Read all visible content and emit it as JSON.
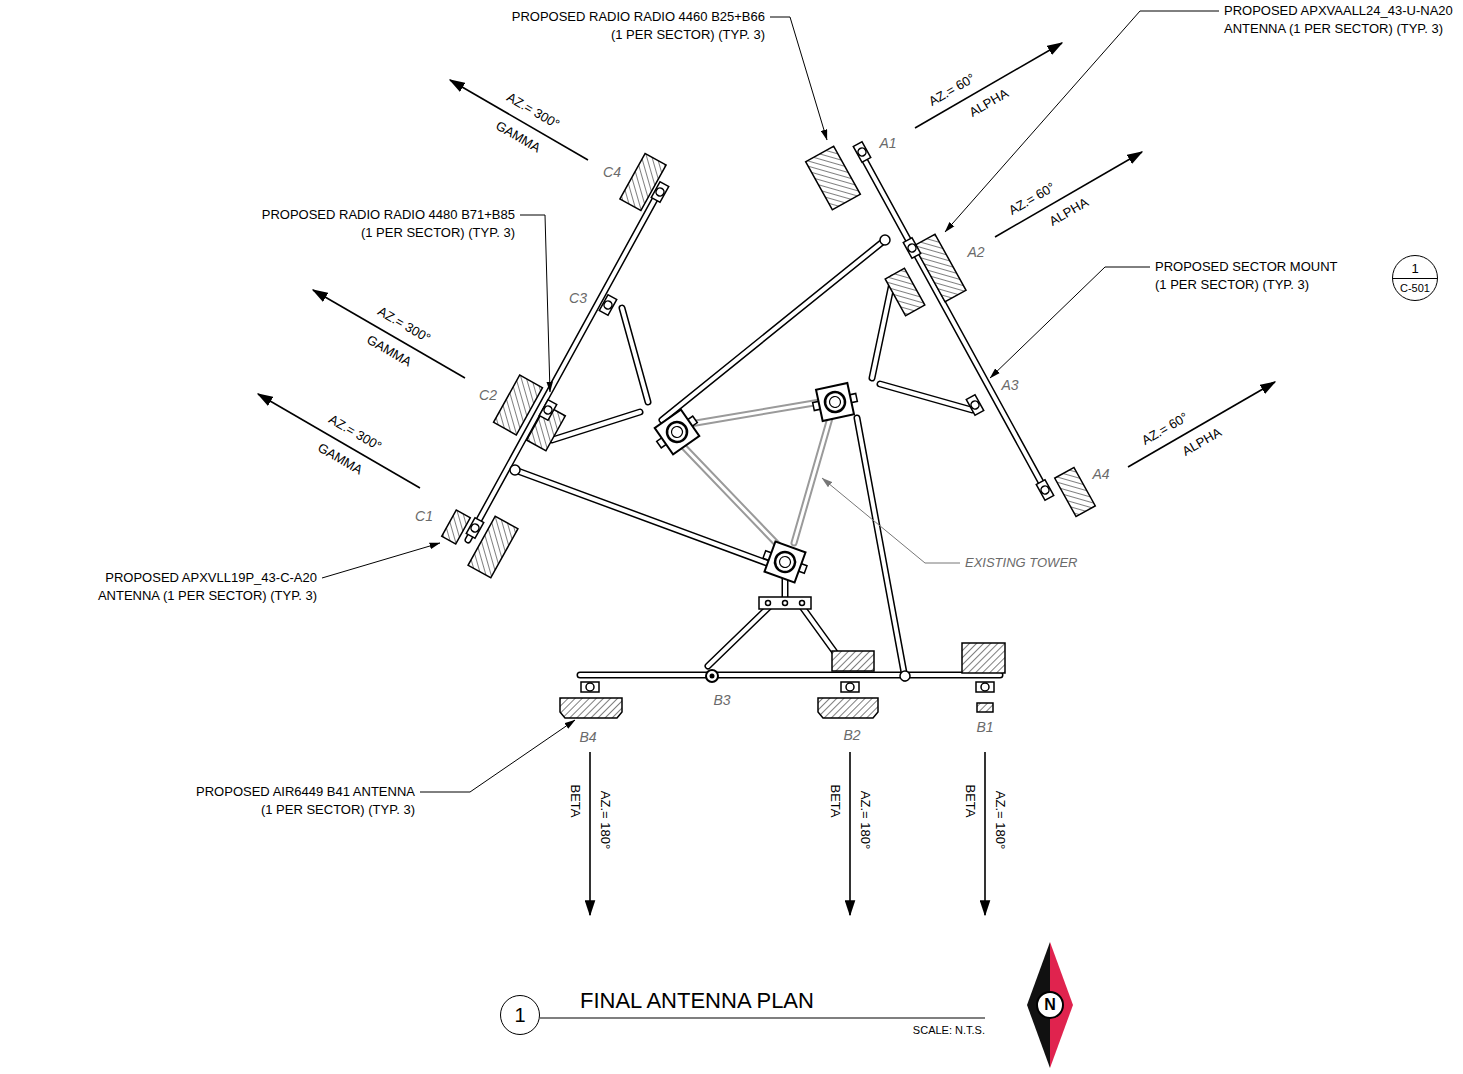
{
  "diagram": {
    "title": "FINAL ANTENNA PLAN",
    "nodes": [
      {
        "text": [
          "1",
          "C-501"
        ]
      },
      {
        "text": [
          "1"
        ]
      },
      {
        "text": [
          "N"
        ]
      }
    ],
    "labels": [
      "PROPOSED RADIO RADIO 4460 B25+B66 (1 PER SECTOR) (TYP. 3)",
      "PROPOSED APXVAALL24_43-U-NA20 ANTENNA (1 PER SECTOR) (TYP. 3)",
      "PROPOSED SECTOR MOUNT (1 PER SECTOR) (TYP. 3)",
      "PROPOSED RADIO RADIO 4480 B71+B85 (1 PER SECTOR) (TYP. 3)",
      "PROPOSED APXVLL19P_43-C-A20 ANTENNA (1 PER SECTOR) (TYP. 3)",
      "PROPOSED AIR6449 B41 ANTENNA (1 PER SECTOR) (TYP. 3)",
      "EXISTING TOWER",
      "AZ.= 60°",
      "ALPHA",
      "AZ.= 60°",
      "ALPHA",
      "AZ.= 60°",
      "ALPHA",
      "AZ.= 300°",
      "GAMMA",
      "AZ.= 300°",
      "GAMMA",
      "AZ.= 300°",
      "GAMMA",
      "AZ.= 180°",
      "BETA",
      "AZ.= 180°",
      "BETA",
      "AZ.= 180°",
      "BETA",
      "A1",
      "A2",
      "A3",
      "A4",
      "B1",
      "B2",
      "B3",
      "B4",
      "C1",
      "C2",
      "C3",
      "C4",
      "SCALE: N.T.S."
    ]
  }
}
